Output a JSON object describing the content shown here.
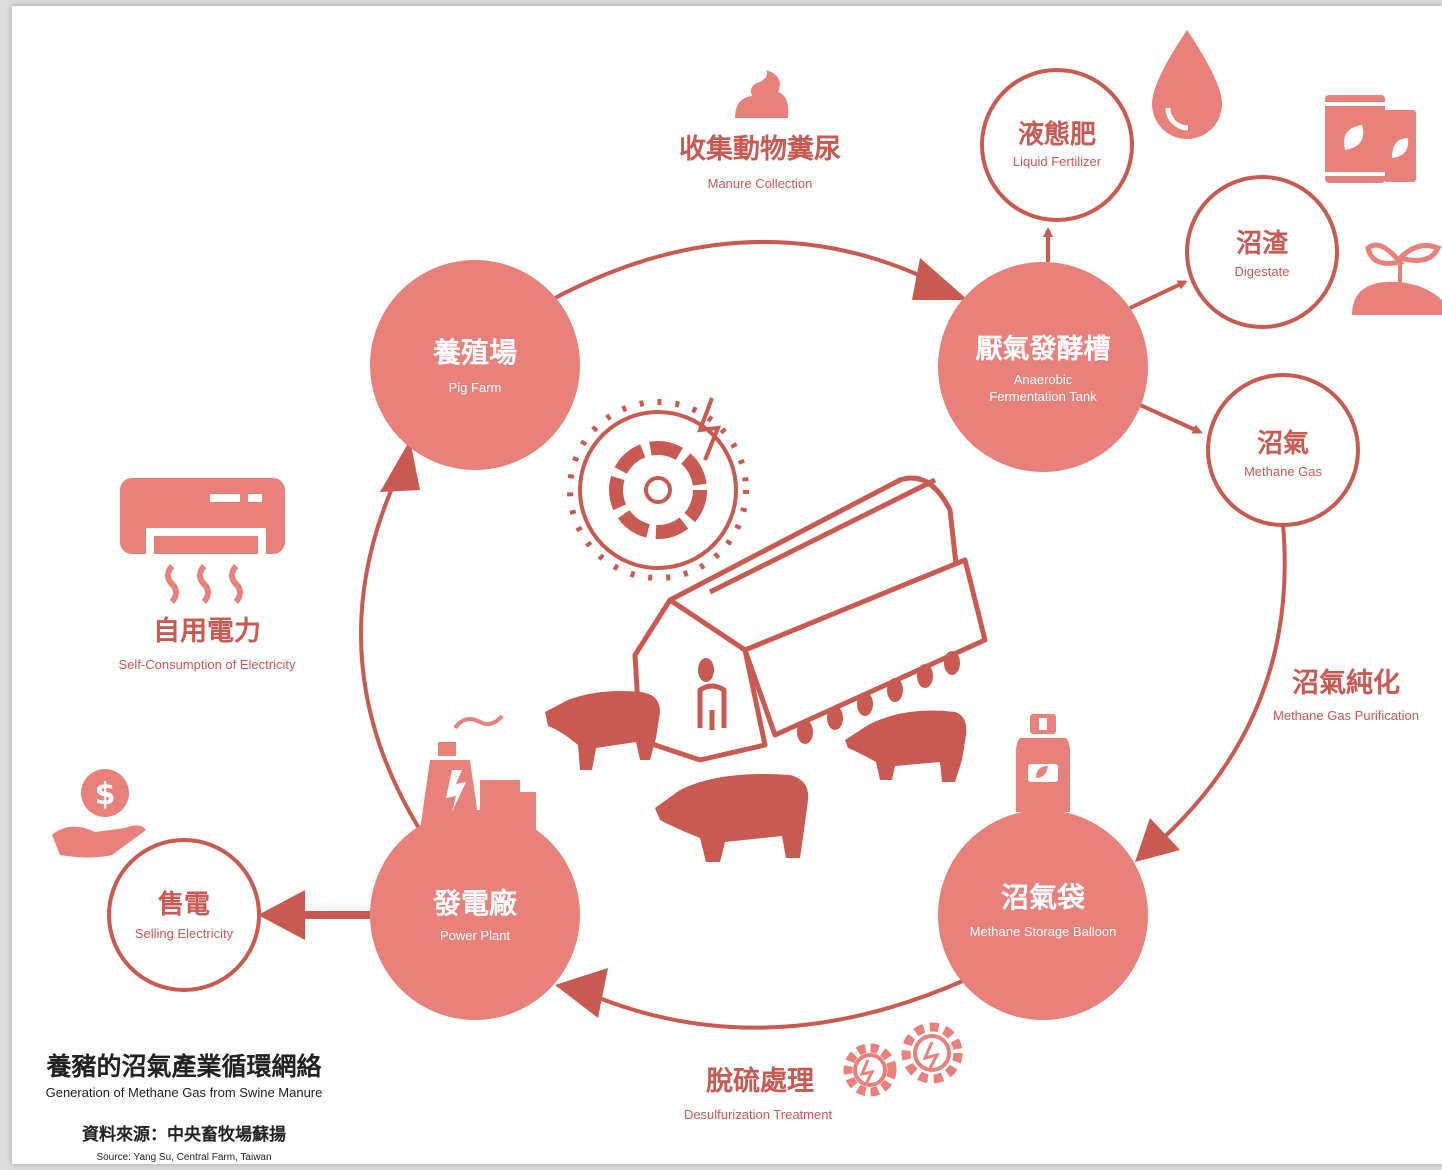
{
  "colors": {
    "accent": "#c85a52",
    "fill": "#e8807c",
    "pale": "#f2c6c2",
    "text_dark": "#222222"
  },
  "nodes": {
    "pig_farm": {
      "cn": "養殖場",
      "en": "Pig Farm"
    },
    "anaerobic": {
      "cn": "厭氣發酵槽",
      "en1": "Anaerobic",
      "en2": "Fermentation Tank"
    },
    "balloon": {
      "cn": "沼氣袋",
      "en": "Methane Storage Balloon"
    },
    "power_plant": {
      "cn": "發電廠",
      "en": "Power Plant"
    },
    "liquid_fertilizer": {
      "cn": "液態肥",
      "en": "Liquid Fertilizer"
    },
    "digestate": {
      "cn": "沼渣",
      "en": "Digestate"
    },
    "methane_gas": {
      "cn": "沼氣",
      "en": "Methane Gas"
    },
    "selling": {
      "cn": "售電",
      "en": "Selling Electricity"
    }
  },
  "labels": {
    "manure": {
      "cn": "收集動物糞尿",
      "en": "Manure Collection"
    },
    "purification": {
      "cn": "沼氣純化",
      "en": "Methane Gas Purification"
    },
    "desulfurization": {
      "cn": "脫硫處理",
      "en": "Desulfurization Treatment"
    },
    "self_consumption": {
      "cn": "自用電力",
      "en": "Self-Consumption of Electricity"
    }
  },
  "footer": {
    "title_cn": "養豬的沼氣產業循環網絡",
    "title_en": "Generation of Methane Gas from Swine Manure",
    "source_cn": "資料來源：中央畜牧場蘇揚",
    "source_en": "Source: Yang Su, Central Farm, Taiwan"
  },
  "icons": [
    "manure-icon",
    "drop-icon",
    "seed-bag-icon",
    "sprout-icon",
    "air-conditioner-icon",
    "money-hand-icon",
    "factory-icon",
    "gas-cylinder-icon",
    "gear-icon",
    "sun-turbine-icon",
    "barn-icon",
    "pig-icon"
  ]
}
